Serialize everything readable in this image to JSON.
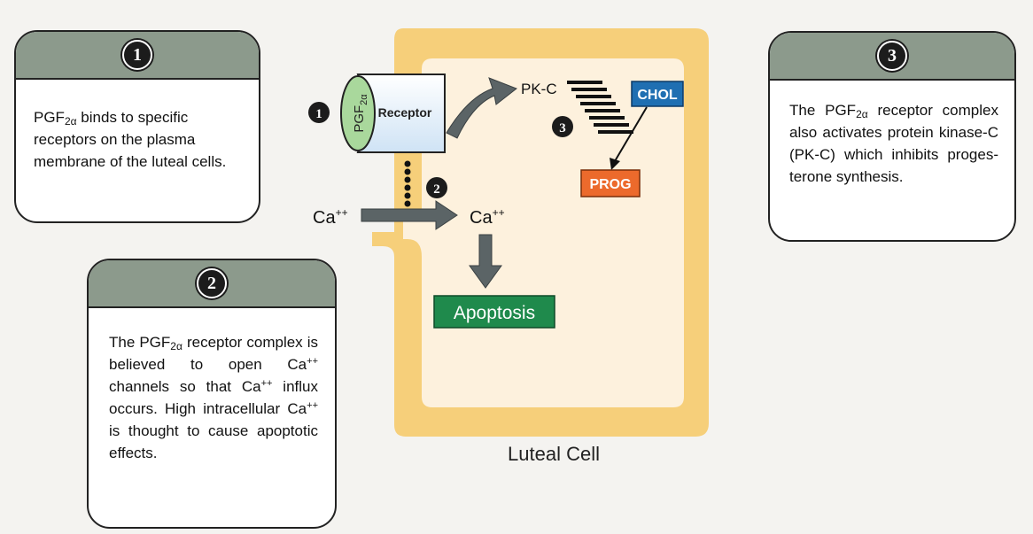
{
  "callouts": [
    {
      "number": "1",
      "text_html": "PGF<sub>2α</sub> binds to specific receptors on the plasma membrane of the luteal cells."
    },
    {
      "number": "2",
      "text_html": "The PGF<sub>2α</sub> receptor complex is believed to open Ca<sup>++</sup> channels so that Ca<sup>++</sup> influx occurs. High intracellular Ca<sup>++</sup> is thought to cause apoptotic effects."
    },
    {
      "number": "3",
      "text_html": "The PGF<sub>2α</sub> receptor complex also activates protein kinase-C (PK-C) which inhibits proges-terone synthesis."
    }
  ],
  "diagram": {
    "cell_label": "Luteal Cell",
    "receptor_label": "Receptor",
    "pgf_label": "PGF2α",
    "pkc_label": "PK-C",
    "chol_label": "CHOL",
    "prog_label": "PROG",
    "ca_outside": "Ca++",
    "ca_inside": "Ca++",
    "apoptosis_label": "Apoptosis",
    "step_markers": [
      "1",
      "2",
      "3"
    ]
  },
  "colors": {
    "cell_fill": "#f6cf7a",
    "callout_band": "#8c9a8c",
    "chol_fill": "#1f6fb2",
    "prog_fill": "#ec6a2c",
    "apoptosis_fill": "#1f8a4c",
    "pgf_fill": "#a9d89c",
    "arrow": "#5b6466"
  }
}
